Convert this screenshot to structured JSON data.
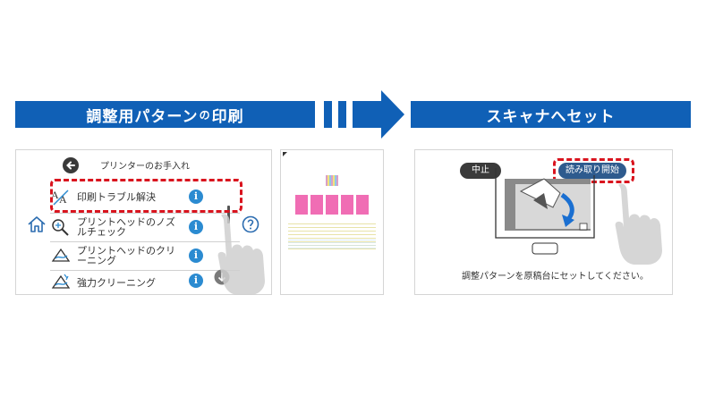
{
  "step1": {
    "title_part1": "調整用パターン",
    "title_part2": "の",
    "title_part3": "印刷"
  },
  "step2": {
    "title": "スキャナへセット"
  },
  "printer_menu": {
    "title": "プリンターのお手入れ",
    "items": [
      {
        "label": "印刷トラブル解決",
        "icon": "print-trouble-icon",
        "info": "i"
      },
      {
        "label": "プリントヘッドのノズルチェック",
        "icon": "nozzle-check-icon",
        "info": "i"
      },
      {
        "label": "プリントヘッドのクリーニング",
        "icon": "head-cleaning-icon",
        "info": "i"
      },
      {
        "label": "強力クリーニング",
        "icon": "power-cleaning-icon",
        "info": "i"
      }
    ]
  },
  "scanner_screen": {
    "stop_label": "中止",
    "start_label": "読み取り開始",
    "caption": "調整パターンを原稿台にセットしてください。"
  },
  "colors": {
    "banner": "#1060b6",
    "highlight": "#d9141e",
    "pattern": "#f06db4",
    "info": "#2b8bd1"
  }
}
